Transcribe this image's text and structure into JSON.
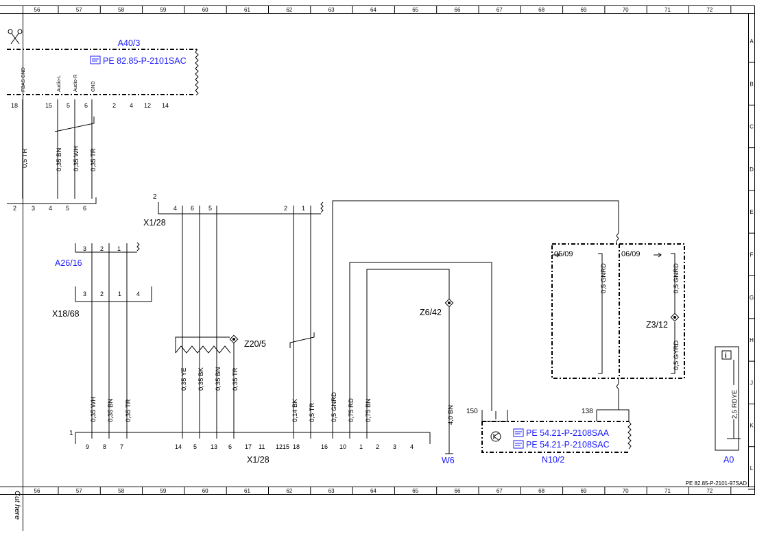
{
  "ruler_cols": [
    "56",
    "57",
    "58",
    "59",
    "60",
    "61",
    "62",
    "63",
    "64",
    "65",
    "66",
    "67",
    "68",
    "69",
    "70",
    "71",
    "72"
  ],
  "ruler_rows": [
    "A",
    "B",
    "C",
    "D",
    "E",
    "F",
    "G",
    "H",
    "J",
    "K",
    "L"
  ],
  "footer_ref": "PE 82.85-P-2101-97SAD",
  "cut_here": "Cut here",
  "components": {
    "a40_3": {
      "name": "A40/3",
      "ref": "PE 82.85-P-2101SAC",
      "pin_labels": [
        "FBAS GND",
        "Audio-L",
        "Audio-R",
        "GND"
      ],
      "pins": [
        "18",
        "15",
        "5",
        "6",
        "2",
        "4",
        "12",
        "14"
      ]
    },
    "x1_28_top": {
      "name": "X1/28",
      "num": "2",
      "pins": [
        "4",
        "6",
        "5",
        "2",
        "1"
      ]
    },
    "a26_16": {
      "name": "A26/16",
      "pins": [
        "3",
        "2",
        "1"
      ]
    },
    "x18_68": {
      "name": "X18/68",
      "pins": [
        "3",
        "2",
        "1",
        "4"
      ]
    },
    "z20_5": {
      "name": "Z20/5"
    },
    "z6_42": {
      "name": "Z6/42"
    },
    "z3_12": {
      "name": "Z3/12"
    },
    "x1_28_bottom": {
      "name": "X1/28",
      "num": "1",
      "pins": [
        "9",
        "8",
        "7",
        "14",
        "5",
        "13",
        "6",
        "17",
        "11",
        "1215",
        "18",
        "16",
        "10",
        "1",
        "2",
        "3",
        "4"
      ]
    },
    "w6": {
      "name": "W6"
    },
    "n10_2": {
      "name": "N10/2",
      "ref1": "PE 54.21-P-2108SAA",
      "ref2": "PE 54.21-P-2108SAC",
      "pin_left": "150",
      "pin_right": "138"
    },
    "a0": {
      "name": "A0",
      "wire": "2,5 RDYE"
    },
    "left_block": {
      "pins": [
        "2",
        "3",
        "4",
        "5",
        "6"
      ]
    },
    "dates": {
      "left": "05/09",
      "right": "06/09"
    }
  },
  "wires": {
    "w_left_trunc": "0,5 TR",
    "w_bn_top": "0,35 BN",
    "w_wh_top": "0,35 WH",
    "w_tr_top": "0,35 TR",
    "w_wh_bot": "0,35 WH",
    "w_bn_bot": "0,35 BN",
    "w_tr_bot": "0,35 TR",
    "w_ye": "0,35 YE",
    "w_bk": "0,35 BK",
    "w_bn_mid": "0,35 BN",
    "w_tr_mid": "0,35 TR",
    "w_014bk": "0,14 BK",
    "w_05tr": "0,5 TR",
    "w_gnrd": "0,5 GNRD",
    "w_075rd": "0,75 RD",
    "w_075bn": "0,75 BN",
    "w_40bn": "4,0 BN",
    "w_gnrd_l": "0,5 GNRD",
    "w_gnrd_r": "0,5 GNRD",
    "w_gyrd": "0,5 GYRD"
  }
}
